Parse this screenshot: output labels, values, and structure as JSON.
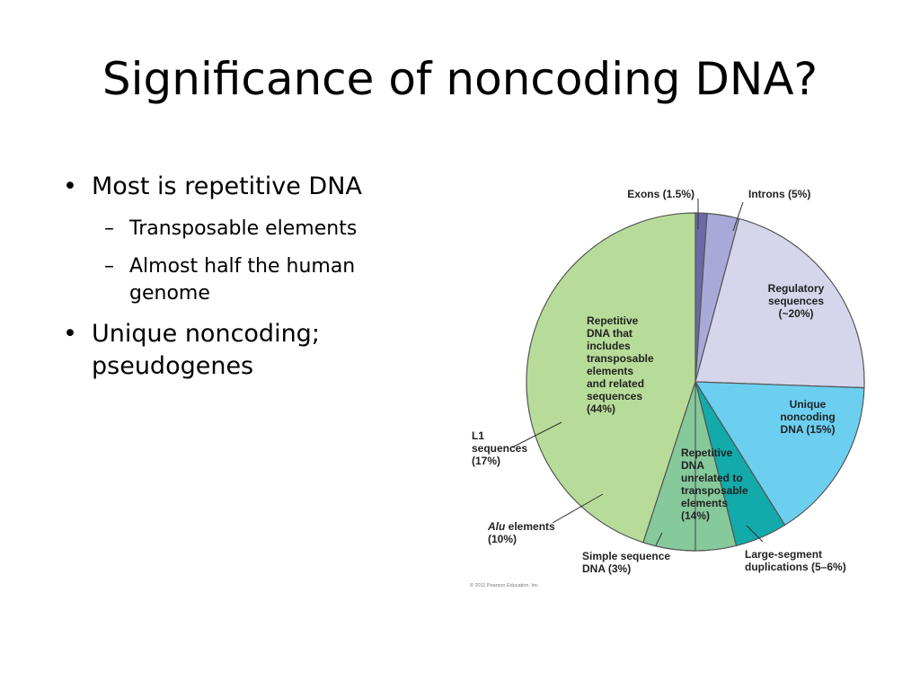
{
  "slide": {
    "title": "Significance of noncoding DNA?",
    "bullets": [
      {
        "text": "Most is repetitive DNA",
        "subs": [
          "Transposable elements",
          "Almost half the human genome"
        ]
      },
      {
        "text": "Unique noncoding; pseudogenes",
        "subs": []
      }
    ],
    "bullet_glyph": "•",
    "sub_glyph": "–"
  },
  "figure": {
    "copyright": "© 2011 Pearson Education, Inc.",
    "labels": {
      "exons": "Exons (1.5%)",
      "introns": "Introns (5%)",
      "regulatory": [
        "Regulatory",
        "sequences",
        "(~20%)"
      ],
      "unique": [
        "Unique",
        "noncoding",
        "DNA (15%)"
      ],
      "large_segment": [
        "Large-segment",
        "duplications (5–6%)"
      ],
      "repetitive_unrelated": [
        "Repetitive",
        "DNA",
        "unrelated to",
        "transposable",
        "elements",
        "(14%)"
      ],
      "simple_sequence": [
        "Simple sequence",
        "DNA (3%)"
      ],
      "alu_italic": "Alu",
      "alu_rest": " elements",
      "alu_pct": "(10%)",
      "l1": [
        "L1",
        "sequences",
        "(17%)"
      ],
      "repetitive_transposable": [
        "Repetitive",
        "DNA that",
        "includes",
        "transposable",
        "elements",
        "and related",
        "sequences",
        "(44%)"
      ]
    },
    "colors": {
      "exons": "#6a6aa8",
      "introns": "#a9a9d9",
      "regulatory": "#d5d5ec",
      "unique": "#6ccff0",
      "large_segment": "#12aaaa",
      "simple_sequence": "#86c99a",
      "repetitive": "#b7dc99",
      "outline": "#555555",
      "dashed": "#444444"
    }
  }
}
